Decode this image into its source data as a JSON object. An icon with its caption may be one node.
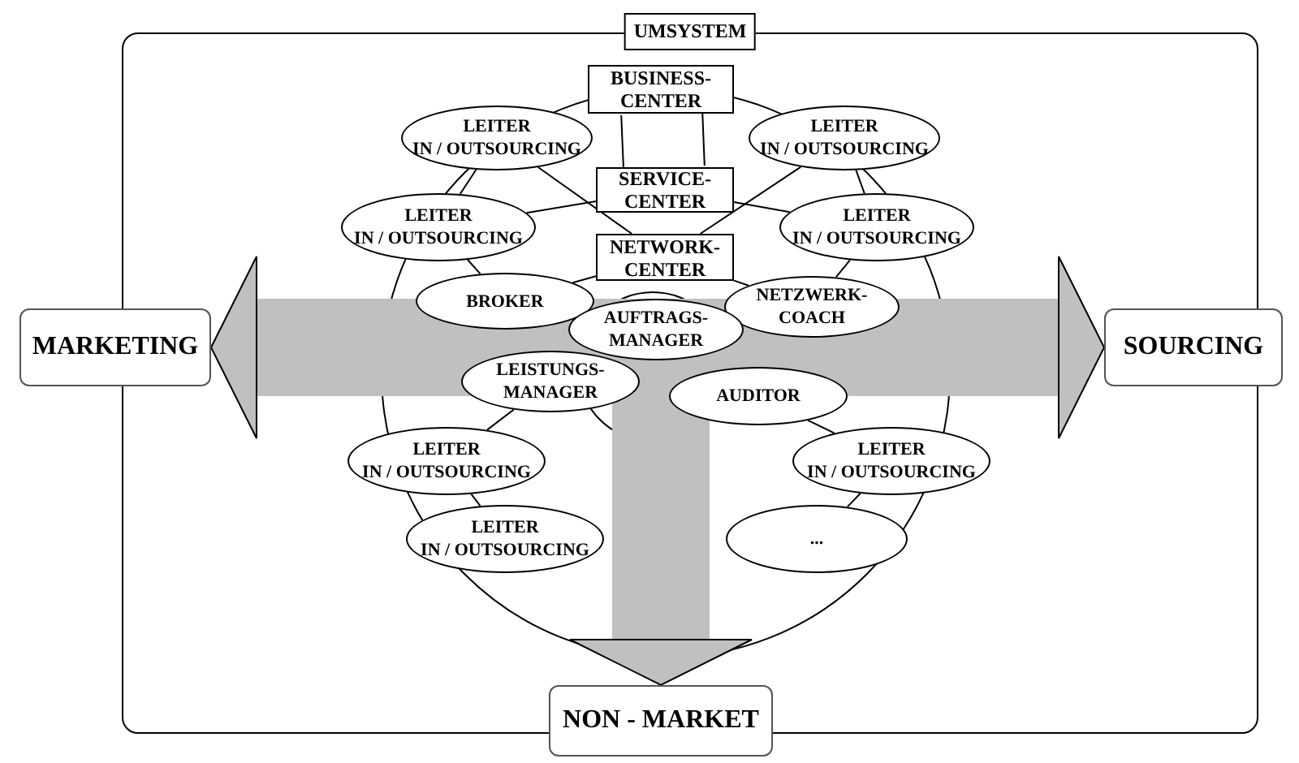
{
  "diagram": {
    "nodes": [
      {
        "text": [
          "UMSYSTEM"
        ]
      },
      {
        "text": [
          "BUSINESS-CENTER"
        ],
        "in": 0
      },
      {
        "text": [
          "LEITER IN / OUTSOURCING"
        ],
        "in": 0
      },
      {
        "text": [
          "LEITER IN / OUTSOURCING"
        ],
        "in": 0
      },
      {
        "text": [
          "SERVICE-CENTER"
        ],
        "in": 0
      },
      {
        "text": [
          "LEITER IN / OUTSOURCING"
        ],
        "in": 0
      },
      {
        "text": [
          "LEITER IN / OUTSOURCING"
        ],
        "in": 0
      },
      {
        "text": [
          "NETWORK-CENTER"
        ],
        "in": 0
      },
      {
        "text": [
          "BROKER"
        ],
        "in": 0
      },
      {
        "text": [
          "NETZWERK-COACH"
        ],
        "in": 0
      },
      {
        "text": [
          "MARKETING"
        ]
      },
      {
        "text": [
          "AUFTRAGS-MANAGER"
        ],
        "in": 0
      },
      {
        "text": [
          "SOURCING"
        ]
      },
      {
        "text": [
          "LEISTUNGS-MANAGER"
        ],
        "in": 0
      },
      {
        "text": [
          "AUDITOR"
        ],
        "in": 0
      },
      {
        "text": [
          "LEITER IN / OUTSOURCING"
        ],
        "in": 0
      },
      {
        "text": [
          "LEITER IN / OUTSOURCING"
        ],
        "in": 0
      },
      {
        "text": [
          "LEITER IN / OUTSOURCING"
        ],
        "in": 0
      },
      {
        "text": [
          "..."
        ],
        "in": 0
      },
      {
        "text": [
          "NON - MARKET"
        ]
      }
    ],
    "edges": [
      {
        "from": 11,
        "to": 10,
        "arrow": "to",
        "style": "thick",
        "color": "#c0c0c0"
      },
      {
        "from": 11,
        "to": 12,
        "arrow": "to",
        "style": "thick",
        "color": "#c0c0c0"
      },
      {
        "from": 11,
        "to": 19,
        "arrow": "to",
        "style": "thick",
        "color": "#c0c0c0"
      },
      {
        "from": 1,
        "to": 4,
        "arrow": "none"
      },
      {
        "from": 1,
        "to": 4,
        "arrow": "none"
      },
      {
        "from": 2,
        "to": 7,
        "arrow": "none"
      },
      {
        "from": 3,
        "to": 7,
        "arrow": "none"
      },
      {
        "from": 4,
        "to": 5,
        "arrow": "none"
      },
      {
        "from": 4,
        "to": 6,
        "arrow": "none"
      },
      {
        "from": 2,
        "to": 5,
        "arrow": "none"
      },
      {
        "from": 3,
        "to": 6,
        "arrow": "none"
      },
      {
        "from": 5,
        "to": 8,
        "arrow": "none"
      },
      {
        "from": 6,
        "to": 9,
        "arrow": "none"
      },
      {
        "from": 7,
        "to": 8,
        "arrow": "none"
      },
      {
        "from": 7,
        "to": 9,
        "arrow": "none"
      },
      {
        "from": 13,
        "to": 15,
        "arrow": "none"
      },
      {
        "from": 15,
        "to": 17,
        "arrow": "none"
      },
      {
        "from": 14,
        "to": 16,
        "arrow": "none"
      },
      {
        "from": 16,
        "to": 18,
        "arrow": "none"
      }
    ]
  }
}
